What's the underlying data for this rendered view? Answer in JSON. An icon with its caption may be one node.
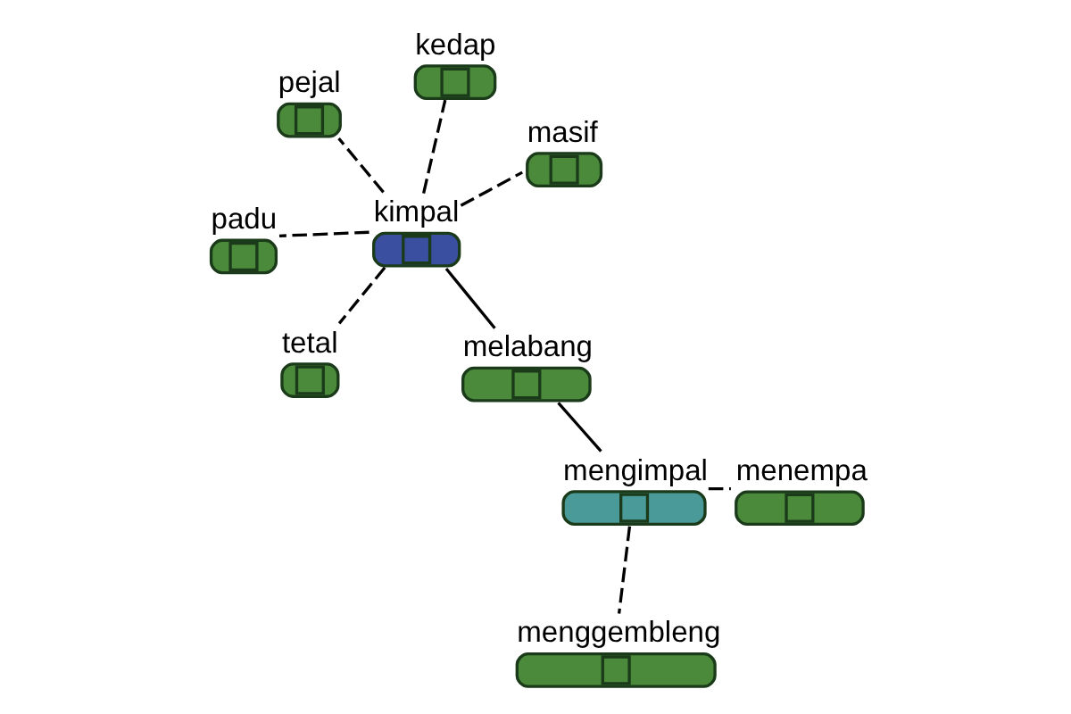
{
  "diagram": {
    "nodes": [
      {
        "text": [
          "padu"
        ]
      },
      {
        "text": [
          "masif"
        ]
      },
      {
        "text": [
          "tetal"
        ]
      },
      {
        "text": [
          "kedap"
        ]
      },
      {
        "text": [
          "kimpal"
        ]
      },
      {
        "text": [
          "pejal"
        ]
      },
      {
        "text": [
          "melabang"
        ]
      },
      {
        "text": [
          "menempa"
        ]
      },
      {
        "text": [
          "mengimpal"
        ]
      },
      {
        "text": [
          "menggembleng"
        ]
      }
    ],
    "edges": [
      {
        "from": 4,
        "to": 0,
        "arrow": "none",
        "style": "dashed"
      },
      {
        "from": 4,
        "to": 1,
        "arrow": "none",
        "style": "dashed"
      },
      {
        "from": 4,
        "to": 2,
        "arrow": "none",
        "style": "dashed"
      },
      {
        "from": 4,
        "to": 3,
        "arrow": "none",
        "style": "dashed"
      },
      {
        "from": 4,
        "to": 5,
        "arrow": "none",
        "style": "dashed"
      },
      {
        "from": 4,
        "to": 6,
        "arrow": "none"
      },
      {
        "from": 6,
        "to": 8,
        "arrow": "none"
      },
      {
        "from": 8,
        "to": 7,
        "arrow": "none",
        "style": "dashed"
      },
      {
        "from": 8,
        "to": 9,
        "arrow": "none",
        "style": "dashed"
      }
    ]
  }
}
